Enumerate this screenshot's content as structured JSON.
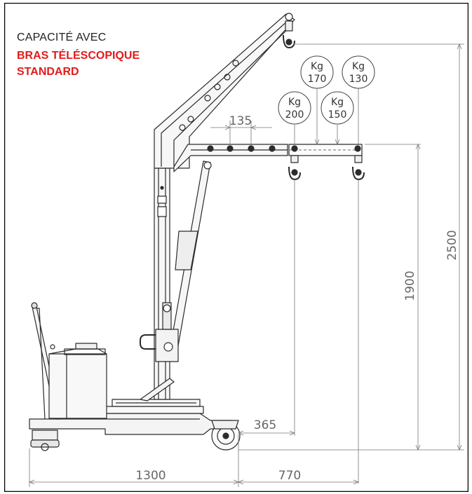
{
  "caption": {
    "line1": "CAPACITÉ AVEC",
    "line2": "BRAS TÉLÉSCOPIQUE",
    "line3": "STANDARD",
    "highlight_color": "#e21b1b"
  },
  "load_tags": [
    {
      "unit": "Kg",
      "value": "200"
    },
    {
      "unit": "Kg",
      "value": "170"
    },
    {
      "unit": "Kg",
      "value": "150"
    },
    {
      "unit": "Kg",
      "value": "130"
    }
  ],
  "dimensions": {
    "hole_spacing": "135",
    "max_height": "2500",
    "boom_height": "1900",
    "overhang": "365",
    "base_length": "1300",
    "reach": "770"
  }
}
